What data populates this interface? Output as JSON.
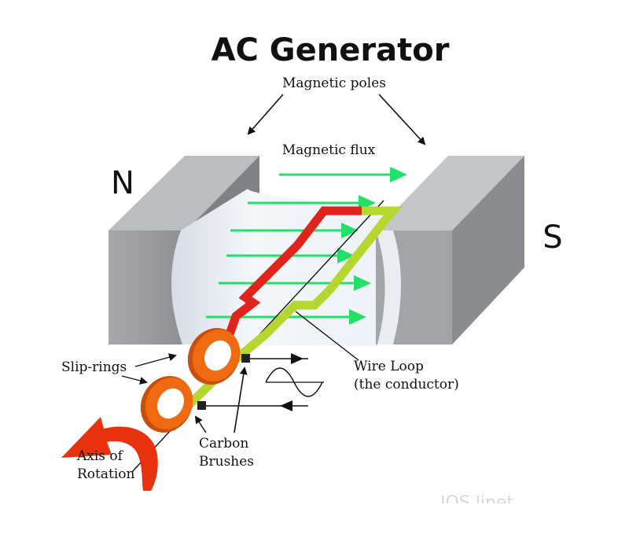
{
  "title": "AC Generator",
  "labels": {
    "magnetic_poles": "Magnetic poles",
    "magnetic_flux": "Magnetic flux",
    "north": "N",
    "south": "S",
    "slip_rings": "Slip-rings",
    "wire_loop_line1": "Wire Loop",
    "wire_loop_line2": "(the conductor)",
    "carbon_brushes_line1": "Carbon",
    "carbon_brushes_line2": "Brushes",
    "axis_line1": "Axis of",
    "axis_line2": "Rotation"
  },
  "watermark": "IOS linet",
  "colors": {
    "flux_arrow": "#22e06a",
    "wire_red": "#e0241b",
    "wire_green": "#b5d52f",
    "slip_ring": "#f06a12",
    "rotation_arrow": "#e8310f",
    "magnet": "#9a9b9f"
  },
  "icons": {
    "rotation": "curved-arrow-icon",
    "signal": "sine-wave-icon"
  }
}
